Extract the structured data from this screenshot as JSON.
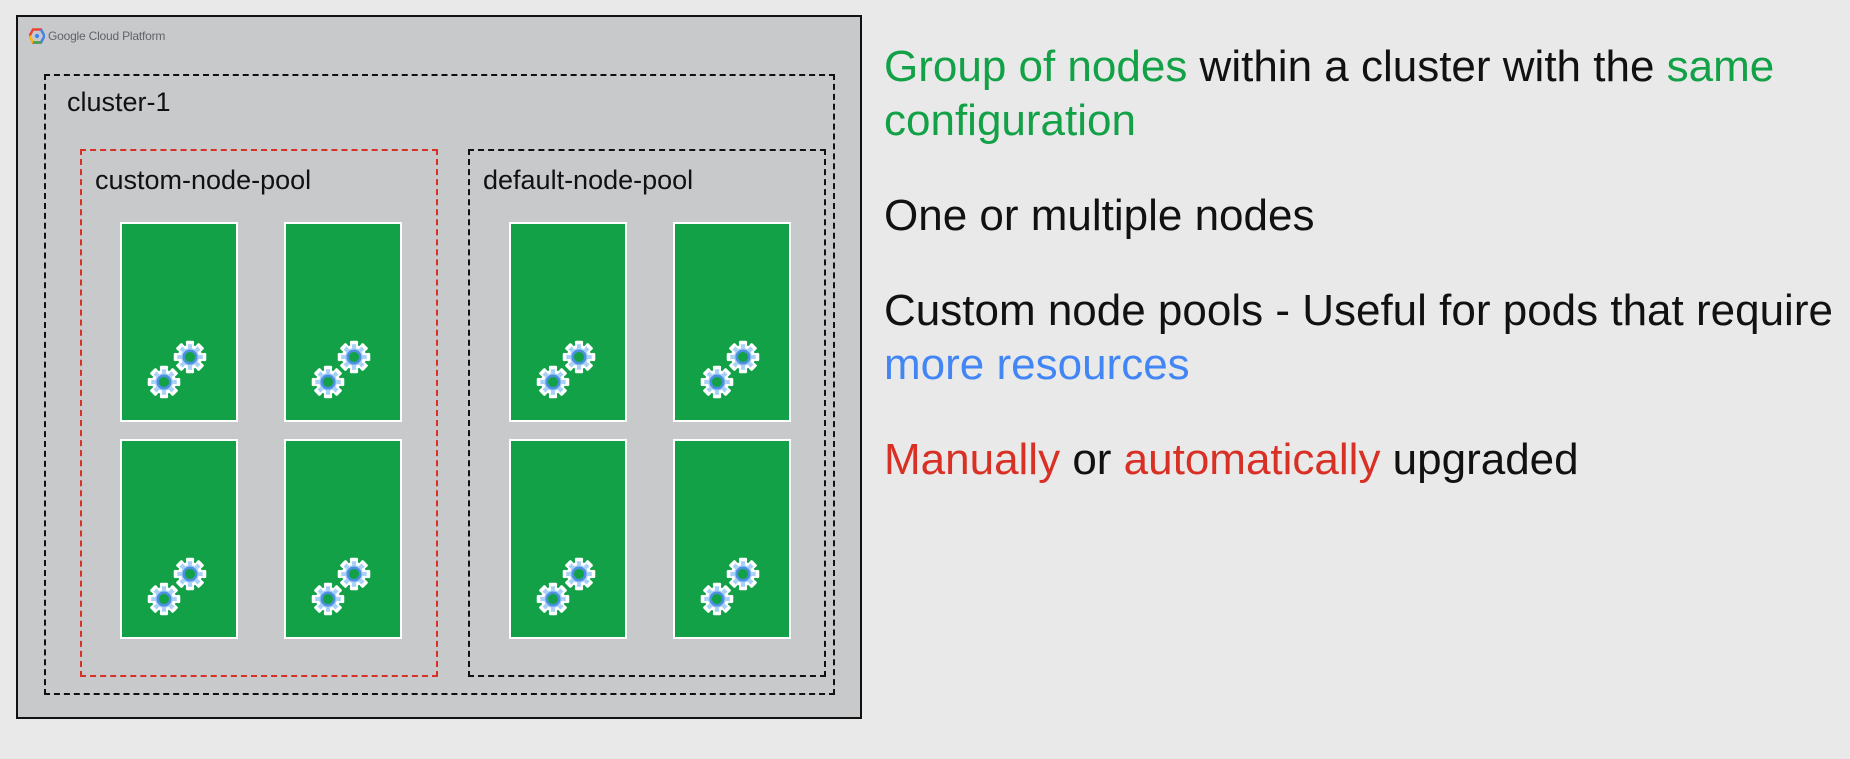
{
  "logo": {
    "icon": "google-cloud-hexagon-icon",
    "text": "Google Cloud Platform"
  },
  "cluster": {
    "label": "cluster-1",
    "pools": [
      {
        "label": "custom-node-pool",
        "border_color": "#d93025",
        "nodes": 4
      },
      {
        "label": "default-node-pool",
        "border_color": "#111111",
        "nodes": 4
      }
    ],
    "node_icon": "gears-icon",
    "node_color": "#12a146"
  },
  "bullets": {
    "p1": {
      "a": "Group of nodes",
      "b": " within a cluster with the ",
      "c": "same configuration"
    },
    "p2": {
      "a": "One or multiple nodes"
    },
    "p3": {
      "a": "Custom node pools - Useful for pods that require ",
      "b": "more resources"
    },
    "p4": {
      "a": "Manually",
      "b": " or ",
      "c": "automatically",
      "d": " upgraded"
    }
  },
  "colors": {
    "green": "#12a146",
    "blue": "#4285f4",
    "red": "#d93025",
    "text": "#111111"
  }
}
